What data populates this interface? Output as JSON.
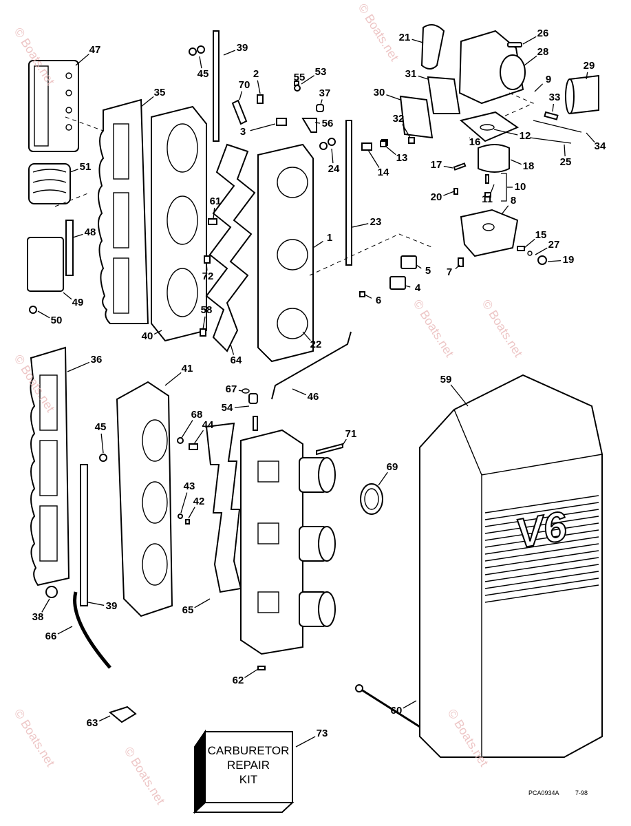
{
  "diagram": {
    "callouts": [
      "47",
      "39",
      "45",
      "2",
      "70",
      "55",
      "53",
      "37",
      "3",
      "56",
      "35",
      "51",
      "48",
      "49",
      "50",
      "61",
      "72",
      "58",
      "40",
      "1",
      "23",
      "24",
      "14",
      "13",
      "22",
      "5",
      "4",
      "6",
      "64",
      "21",
      "26",
      "28",
      "31",
      "9",
      "29",
      "30",
      "33",
      "32",
      "16",
      "12",
      "34",
      "25",
      "17",
      "18",
      "10",
      "20",
      "11",
      "8",
      "15",
      "27",
      "19",
      "7",
      "36",
      "41",
      "67",
      "46",
      "54",
      "59",
      "45",
      "68",
      "44",
      "71",
      "69",
      "43",
      "42",
      "38",
      "39",
      "66",
      "65",
      "62",
      "63",
      "60",
      "73"
    ],
    "kit_label": [
      "CARBURETOR",
      "REPAIR",
      "KIT"
    ],
    "drawing_code": "PCA0934A",
    "drawing_date": "7-98",
    "cover_logo": "V6",
    "watermark": "© Boats.net"
  }
}
